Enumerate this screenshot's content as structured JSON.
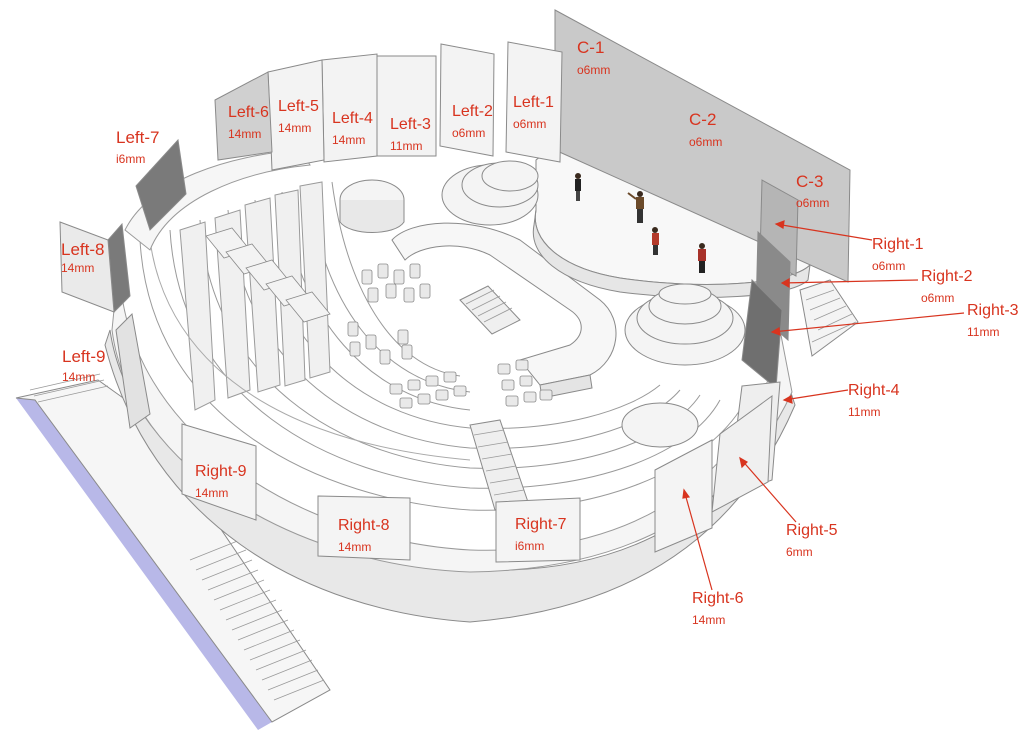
{
  "labels": {
    "c1": {
      "name": "C-1",
      "size": "o6mm"
    },
    "c2": {
      "name": "C-2",
      "size": "o6mm"
    },
    "c3": {
      "name": "C-3",
      "size": "o6mm"
    },
    "left1": {
      "name": "Left-1",
      "size": "o6mm"
    },
    "left2": {
      "name": "Left-2",
      "size": "o6mm"
    },
    "left3": {
      "name": "Left-3",
      "size": "11mm"
    },
    "left4": {
      "name": "Left-4",
      "size": "14mm"
    },
    "left5": {
      "name": "Left-5",
      "size": "14mm"
    },
    "left6": {
      "name": "Left-6",
      "size": "14mm"
    },
    "left7": {
      "name": "Left-7",
      "size": "i6mm"
    },
    "left8": {
      "name": "Left-8",
      "size": "14mm"
    },
    "left9": {
      "name": "Left-9",
      "size": "14mm"
    },
    "right1": {
      "name": "Right-1",
      "size": "o6mm"
    },
    "right2": {
      "name": "Right-2",
      "size": "o6mm"
    },
    "right3": {
      "name": "Right-3",
      "size": "11mm"
    },
    "right4": {
      "name": "Right-4",
      "size": "11mm"
    },
    "right5": {
      "name": "Right-5",
      "size": "6mm"
    },
    "right6": {
      "name": "Right-6",
      "size": "14mm"
    },
    "right7": {
      "name": "Right-7",
      "size": "i6mm"
    },
    "right8": {
      "name": "Right-8",
      "size": "14mm"
    },
    "right9": {
      "name": "Right-9",
      "size": "14mm"
    }
  },
  "colors": {
    "label": "#d8341f",
    "panel": "#f2f2f2",
    "panel_dark": "#7a7a7a",
    "panel_grey": "#bdbdbd",
    "outline": "#8a8a8a",
    "stair_shadow": "#b8b8e8"
  }
}
